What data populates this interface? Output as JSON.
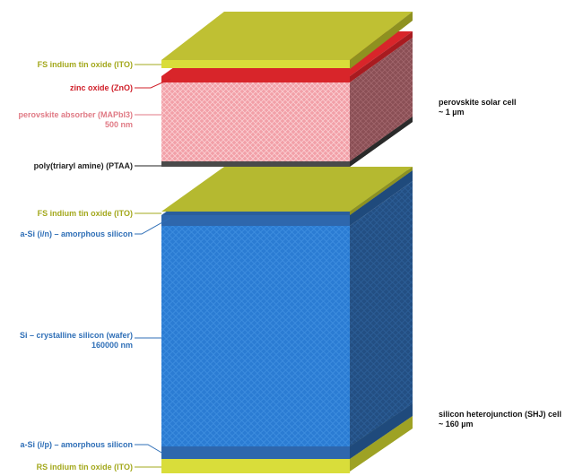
{
  "colors": {
    "ito": "#d9dd3a",
    "zno": "#d8252a",
    "perovskite": "#f4a3ab",
    "ptaa": "#444444",
    "amorphous_si": "#2e67ad",
    "crystalline_si": "#2d7ed6",
    "label_ito": "#a3a81c",
    "label_zno": "#d0202a",
    "label_perovskite": "#e07a85",
    "label_ptaa": "#222222",
    "label_si": "#2f6fb7"
  },
  "labels": {
    "fs_ito_top": "FS indium tin oxide (ITO)",
    "zno": "zinc oxide (ZnO)",
    "perovskite_line1": "perovskite absorber (MAPbI3)",
    "perovskite_line2": "500 nm",
    "ptaa": "poly(triaryl amine) (PTAA)",
    "fs_ito_bottom": "FS indium tin oxide (ITO)",
    "asi_in": "a-Si (i/n) – amorphous silicon",
    "csi_line1": "Si – crystalline silicon (wafer)",
    "csi_line2": "160000 nm",
    "asi_ip": "a-Si (i/p) – amorphous silicon",
    "rs_ito": "RS indium tin oxide (ITO)"
  },
  "cells": {
    "perovskite_title": "perovskite solar cell",
    "perovskite_size": "~ 1 µm",
    "shj_title": "silicon heterojunction (SHJ) cell",
    "shj_size": "~ 160 µm"
  }
}
